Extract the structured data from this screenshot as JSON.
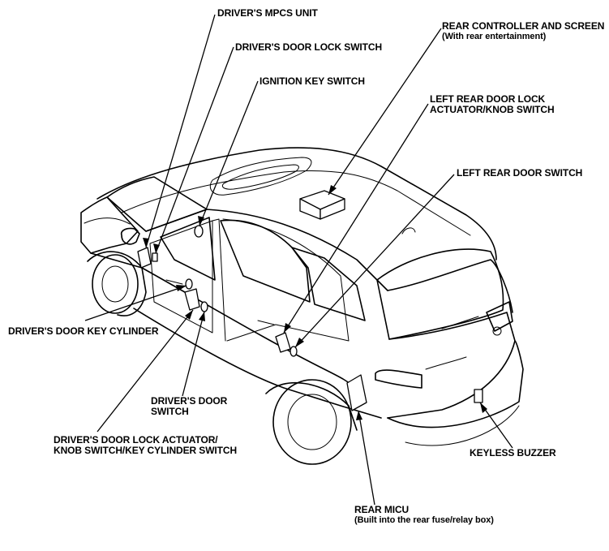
{
  "labels": {
    "mpcs": "DRIVER'S MPCS UNIT",
    "door_lock_switch": "DRIVER'S DOOR LOCK SWITCH",
    "ignition": "IGNITION KEY SWITCH",
    "rear_controller": "REAR CONTROLLER AND SCREEN",
    "rear_controller_note": "(With rear entertainment)",
    "left_rear_lock_l1": "LEFT REAR DOOR LOCK",
    "left_rear_lock_l2": "ACTUATOR/KNOB SWITCH",
    "left_rear_switch": "LEFT REAR DOOR SWITCH",
    "key_cylinder": "DRIVER'S DOOR KEY CYLINDER",
    "door_switch_l1": "DRIVER'S DOOR",
    "door_switch_l2": "SWITCH",
    "actuator_l1": "DRIVER'S DOOR LOCK ACTUATOR/",
    "actuator_l2": "KNOB SWITCH/KEY CYLINDER SWITCH",
    "keyless_buzzer": "KEYLESS BUZZER",
    "rear_micu": "REAR MICU",
    "rear_micu_note": "(Built into the rear fuse/relay box)"
  },
  "colors": {
    "line": "#000000",
    "background": "#ffffff"
  }
}
